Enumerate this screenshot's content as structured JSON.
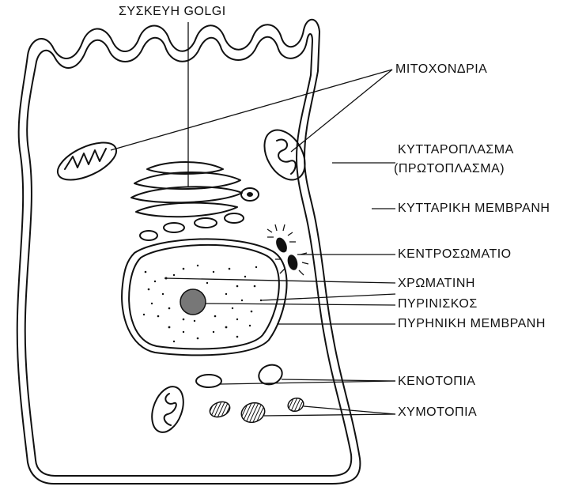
{
  "labels": {
    "golgi": "ΣΥΣΚΕΥΗ GOLGI",
    "mitochondria": "ΜΙΤΟΧΟΝΔΡΙΑ",
    "cytoplasm_1": "ΚΥΤΤΑΡΟΠΛΑΣΜΑ",
    "cytoplasm_2": "(ΠΡΩΤΟΠΛΑΣΜΑ)",
    "cell_membrane": "ΚΥΤΤΑΡΙΚΗ ΜΕΜΒΡΑΝΗ",
    "centrosome": "ΚΕΝΤΡΟΣΩΜΑΤΙΟ",
    "chromatin": "ΧΡΩΜΑΤΙΝΗ",
    "nucleolus": "ΠΥΡΙΝΙΣΚΟΣ",
    "nuclear_membrane": "ΠΥΡΗΝΙΚΗ ΜΕΜΒΡΑΝΗ",
    "vacuoles": "ΚΕΝΟΤΟΠΙΑ",
    "chymotopia": "ΧΥΜΟΤΟΠΙΑ"
  }
}
